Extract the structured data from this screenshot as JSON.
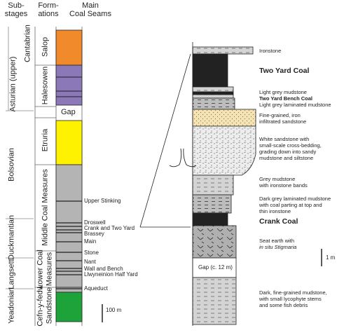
{
  "headers": {
    "substages": "Sub-\nstages",
    "formations": "Form-\nations",
    "seams": "Main\nCoal Seams"
  },
  "substages": [
    {
      "id": "astu",
      "label": "Asturian (upper)"
    },
    {
      "id": "cant",
      "label": "Cantabrian"
    },
    {
      "id": "bols",
      "label": "Bolsovian"
    },
    {
      "id": "duck",
      "label": "Duckmantian"
    },
    {
      "id": "lang",
      "label": "Langsett."
    },
    {
      "id": "yead",
      "label": "Yeadonian"
    }
  ],
  "formations": [
    {
      "id": "salop",
      "label": "Salop"
    },
    {
      "id": "hales",
      "label": "Halesowen"
    },
    {
      "id": "etruria",
      "label": "Etruria"
    },
    {
      "id": "mcm",
      "label": "Middle Coal Measures"
    },
    {
      "id": "lcm1",
      "label": "Lower Coal"
    },
    {
      "id": "lcm2",
      "label": "Measures"
    },
    {
      "id": "cefn1",
      "label": "Cefn-y-fedw"
    },
    {
      "id": "cefn2",
      "label": "Sandstone"
    }
  ],
  "gap_label": "Gap",
  "seams": [
    "Upper Stinking",
    "Droswell",
    "Crank and Two Yard",
    "Brassey",
    "Main",
    "Stone",
    "Nant",
    "Wall and Bench",
    "Llwyneinion Half Yard",
    "Aqueduct"
  ],
  "scale_left": "100 m",
  "scale_right": "1 m",
  "detail_gap": "Gap (c. 12 m)",
  "descriptions": {
    "ironstone": "Ironstone",
    "two_yard": "Two Yard Coal",
    "light_grey_1": "Light grey mudstone",
    "two_yard_bench": "Two Yard Bench Coal",
    "light_grey_lam": "Light grey laminated mudstone",
    "fine_grained": "Fine-grained, iron\ninfiltrated sandstone",
    "white_sandstone": "White sandstone with\nsmall-scale cross-bedding,\ngrading down into sandy\nmudstone and siltstone",
    "grey_mudstone": "Grey mudstone\nwith ironstone bands",
    "dark_grey": "Dark grey laminated mudstone\nwith coal parting at top and\nthin ironstone",
    "crank": "Crank Coal",
    "seat_earth": "Seat earth with",
    "stigmaria": "in situ Stigmaria",
    "dark_fine": "Dark, fine-grained mudstone,\nwith small lycophyte stems\nand some fish debris"
  },
  "colors": {
    "salop": "#f08a2a",
    "halesowen": "#8a78b8",
    "etruria": "#fff200",
    "measures": "#b4b4b4",
    "cefn": "#1ea33b",
    "coal": "#222222",
    "sandstone_buff": "#f6e3b4"
  }
}
